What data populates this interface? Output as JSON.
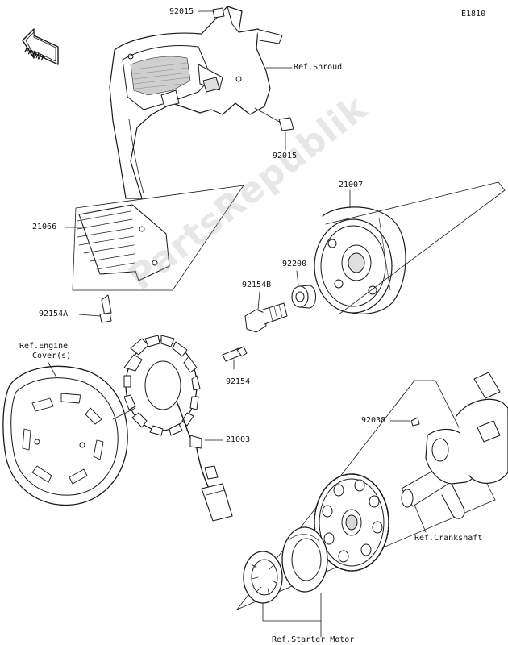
{
  "diagram_code": "E1810",
  "front_badge": "FRONT",
  "watermark": "PartsRepublik",
  "colors": {
    "line": "#1a1a1a",
    "fill": "#ffffff",
    "shade": "#dcdcdc"
  },
  "labels": {
    "p92015_top": "92015",
    "ref_shroud": "Ref.Shroud",
    "p92015_mid": "92015",
    "p21066": "21066",
    "p92154a": "92154A",
    "p21007": "21007",
    "p92200": "92200",
    "p92154b": "92154B",
    "ref_engine_cover_1": "Ref.Engine",
    "ref_engine_cover_2": "Cover(s)",
    "p92154": "92154",
    "p21003": "21003",
    "p92038": "92038",
    "ref_crankshaft": "Ref.Crankshaft",
    "ref_starter_motor": "Ref.Starter Motor"
  }
}
